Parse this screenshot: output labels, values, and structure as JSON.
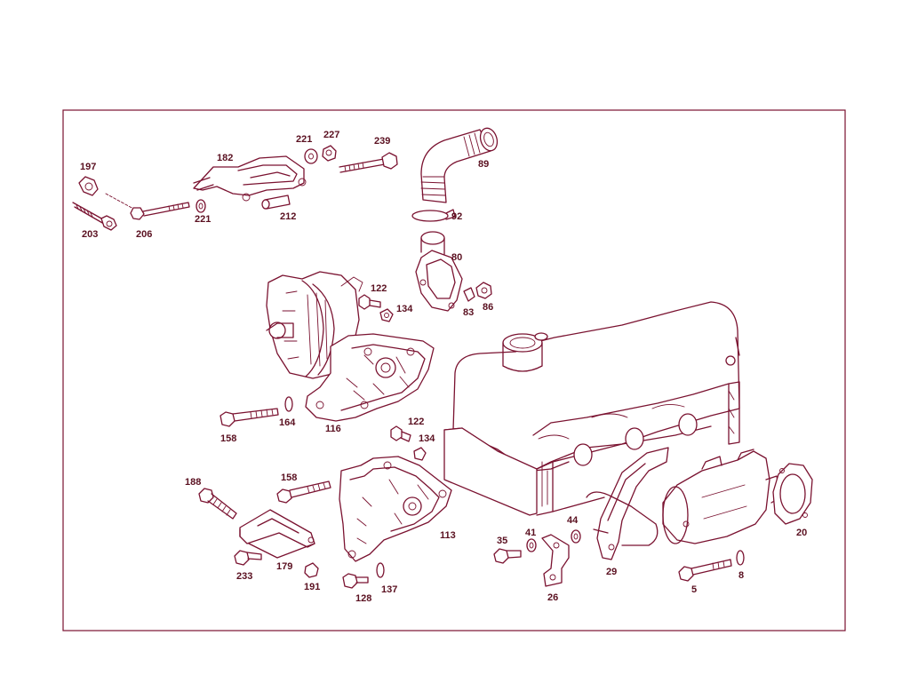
{
  "diagram": {
    "colors": {
      "line": "#7a1230",
      "label": "#5a1020",
      "background": "#ffffff"
    },
    "labels": {
      "p197": "197",
      "p203": "203",
      "p206": "206",
      "p182": "182",
      "p221a": "221",
      "p221b": "221",
      "p227": "227",
      "p239": "239",
      "p212": "212",
      "p89": "89",
      "p92": "92",
      "p80": "80",
      "p83": "83",
      "p86": "86",
      "p122a": "122",
      "p134a": "134",
      "p158a": "158",
      "p164": "164",
      "p116": "116",
      "p122b": "122",
      "p134b": "134",
      "p188": "188",
      "p158b": "158",
      "p113": "113",
      "p179": "179",
      "p233": "233",
      "p191": "191",
      "p128": "128",
      "p137": "137",
      "p35": "35",
      "p41": "41",
      "p44": "44",
      "p26": "26",
      "p29": "29",
      "p5": "5",
      "p8": "8",
      "p20": "20"
    }
  }
}
